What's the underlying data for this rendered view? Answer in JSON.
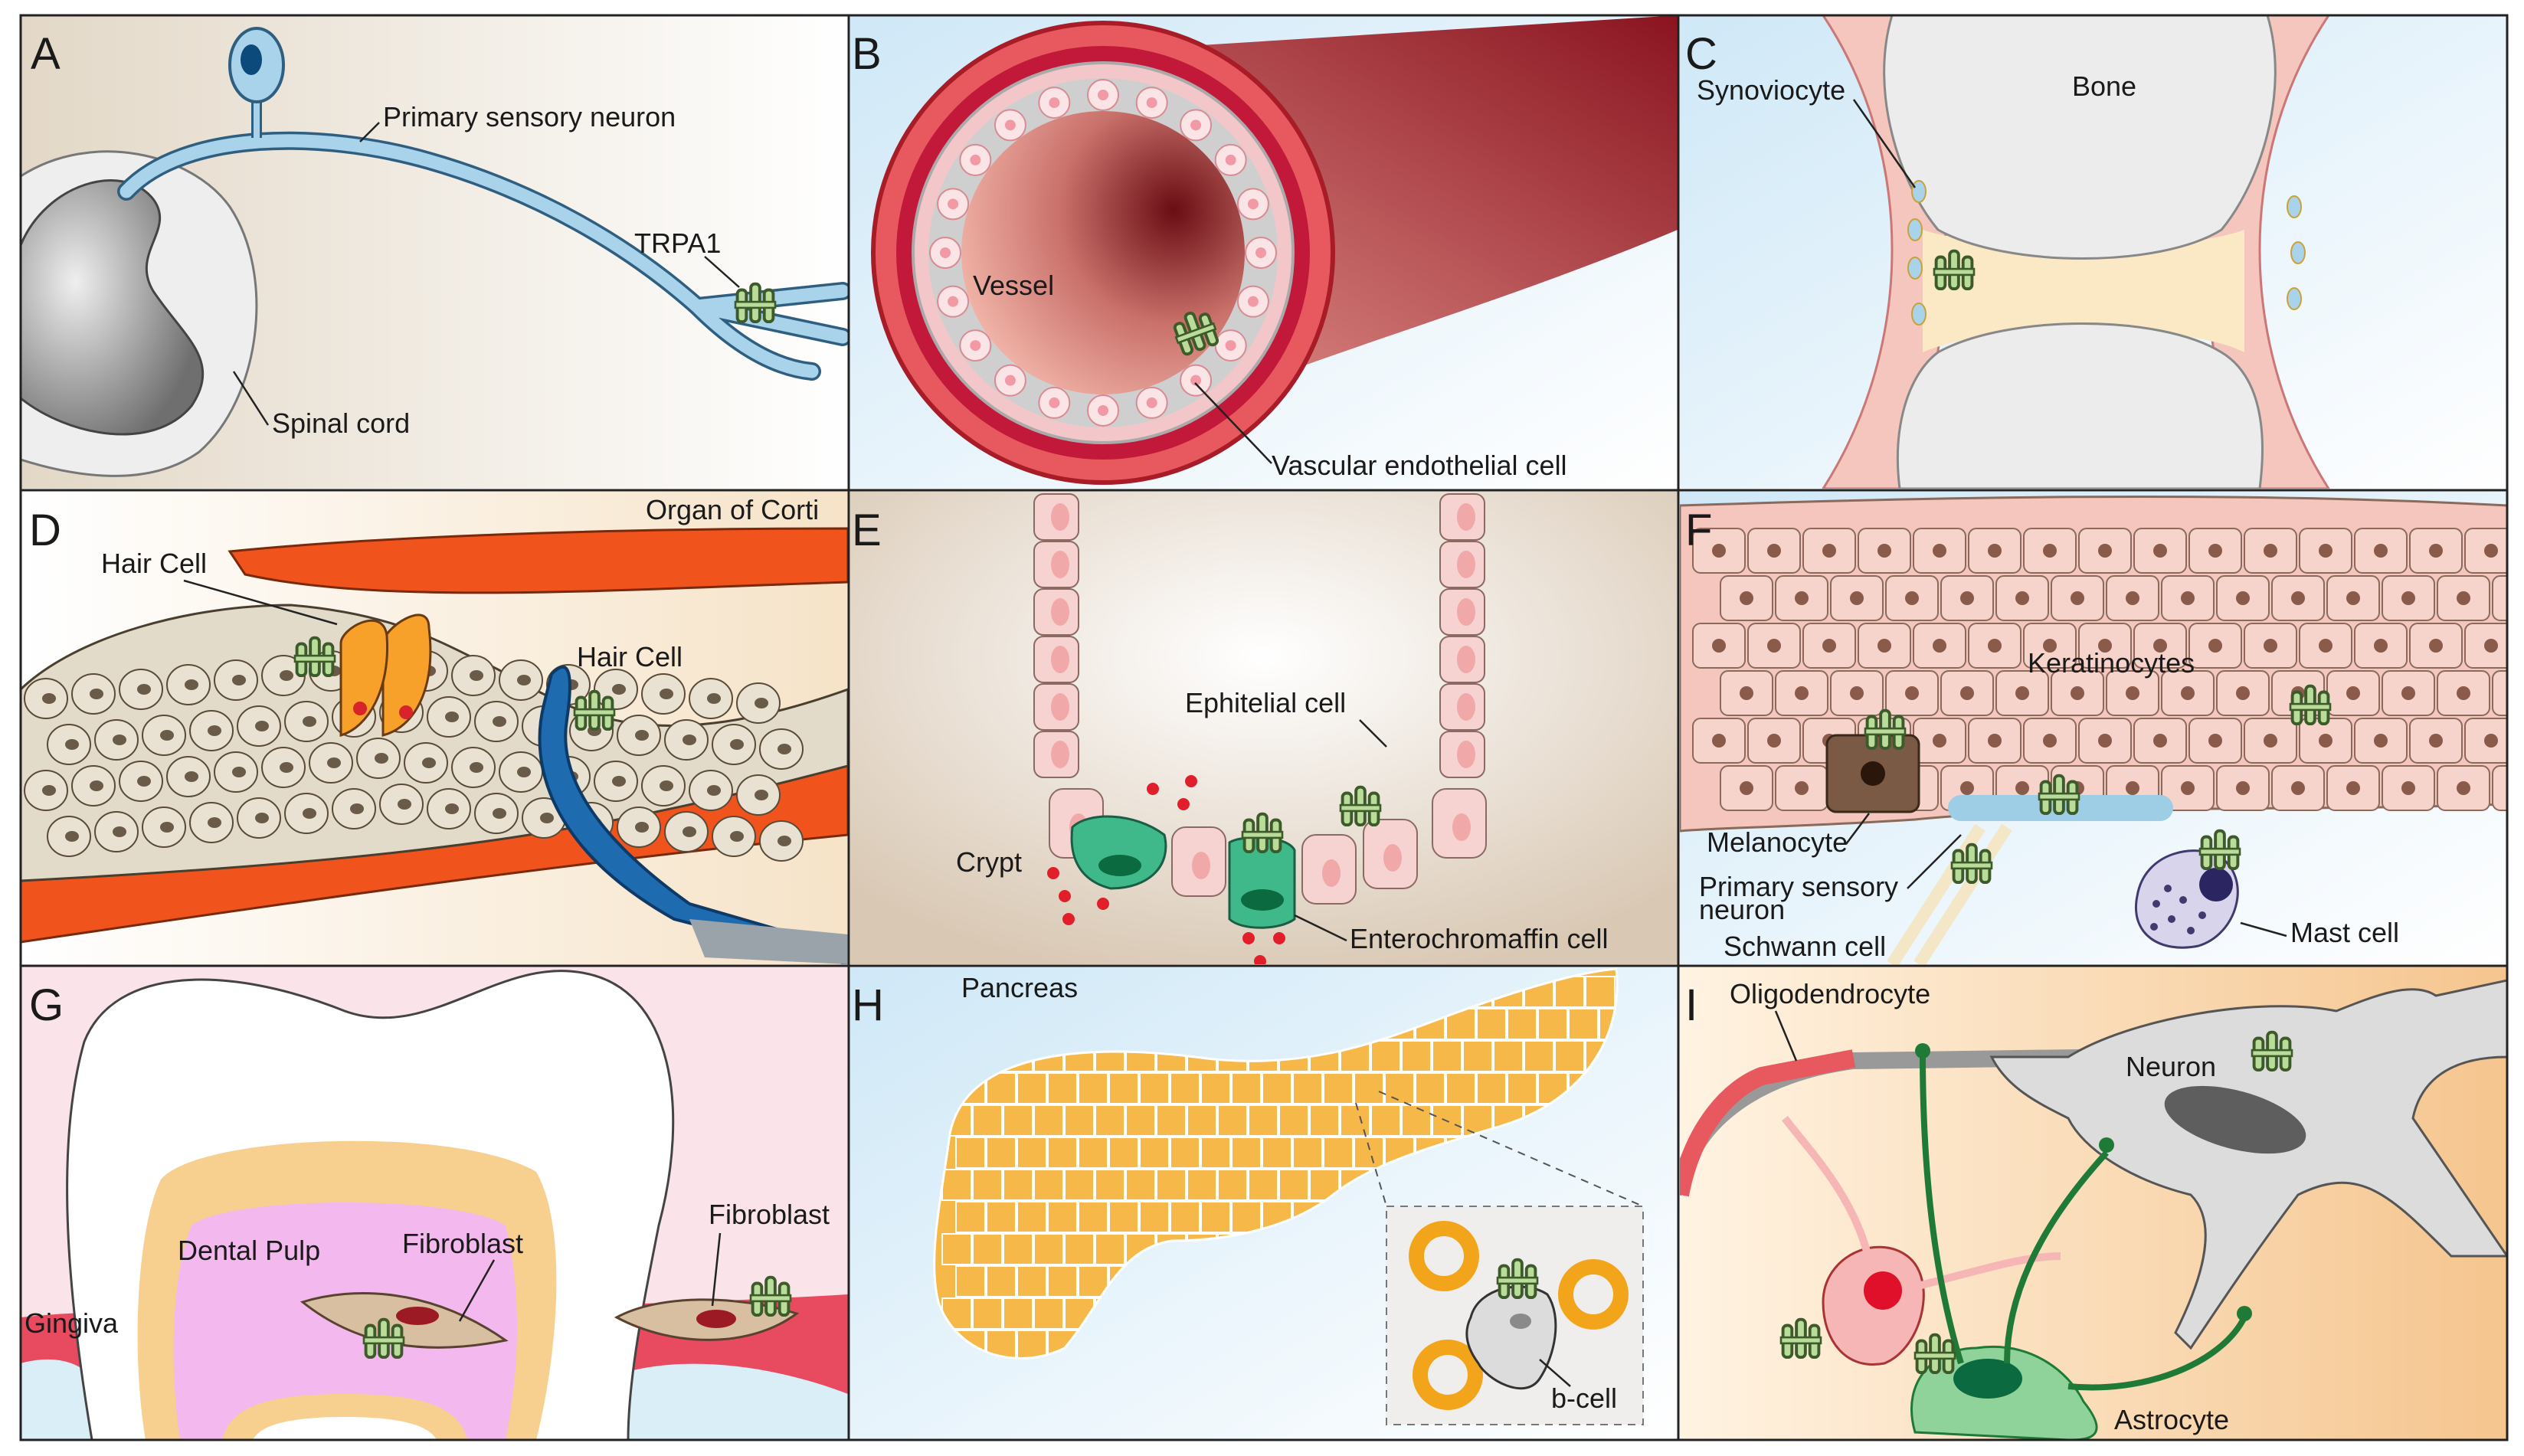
{
  "panels": [
    {
      "id": "A",
      "labels": [
        "Primary sensory neuron",
        "TRPA1",
        "Spinal cord"
      ]
    },
    {
      "id": "B",
      "labels": [
        "Vessel",
        "Vascular endothelial cell"
      ]
    },
    {
      "id": "C",
      "labels": [
        "Synoviocyte",
        "Bone"
      ]
    },
    {
      "id": "D",
      "labels": [
        "Organ of Corti",
        "Hair Cell",
        "Hair Cell"
      ]
    },
    {
      "id": "E",
      "labels": [
        "Ephitelial cell",
        "Crypt",
        "Enterochromaffin cell"
      ]
    },
    {
      "id": "F",
      "labels": [
        "Keratinocytes",
        "Melanocyte",
        "Primary sensory",
        "neuron",
        "Schwann cell",
        "Mast cell"
      ]
    },
    {
      "id": "G",
      "labels": [
        "Dental Pulp",
        "Fibroblast",
        "Fibroblast",
        "Gingiva"
      ]
    },
    {
      "id": "H",
      "labels": [
        "Pancreas",
        "b-cell"
      ]
    },
    {
      "id": "I",
      "labels": [
        "Oligodendrocyte",
        "Neuron",
        "Astrocyte"
      ]
    }
  ],
  "colors": {
    "trpa1_channel": "#b9dc9a",
    "neuron_blue": "#a9d3ea",
    "vessel_red": "#b71c2c",
    "muscle_orange": "#f0541c",
    "pancreas_orange": "#f7b84a",
    "astrocyte_green": "#8fd39a",
    "skin_pink": "#f4c6bd"
  },
  "icons": [
    "trpa1-channel-icon"
  ]
}
